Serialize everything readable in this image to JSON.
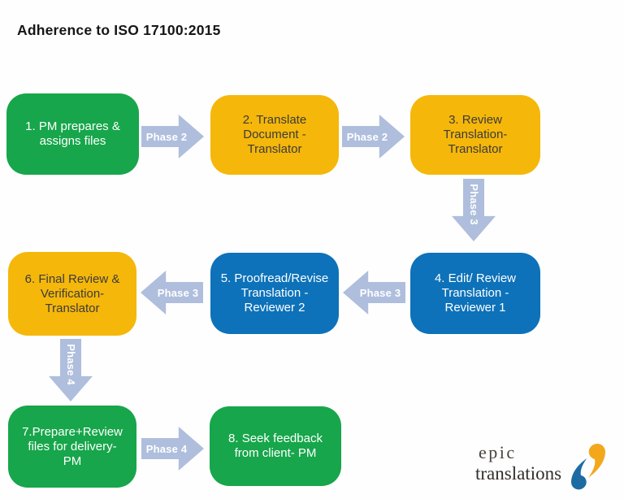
{
  "title": "Adherence to ISO 17100:2015",
  "colors": {
    "step_green": "#17A64B",
    "step_yellow": "#F5B70A",
    "step_blue": "#0D72B9",
    "arrow": "#AFBEDD",
    "arrow_label_text": "#FFFFFF",
    "yellow_box_text": "#3B3B3B",
    "green_blue_box_text": "#FFFFFF",
    "title_text": "#161616",
    "logo_text": "#37322D",
    "logo_mark_yellow": "#F3A81C",
    "logo_mark_blue": "#1C6CA3"
  },
  "flow": {
    "boxes": [
      {
        "step": "1",
        "color": "green",
        "lines": [
          "1. PM prepares &",
          "assigns files"
        ]
      },
      {
        "step": "2",
        "color": "yellow",
        "lines": [
          "2. Translate",
          "Document -",
          "Translator"
        ]
      },
      {
        "step": "3",
        "color": "yellow",
        "lines": [
          "3. Review",
          "Translation-",
          "Translator"
        ]
      },
      {
        "step": "4",
        "color": "blue",
        "lines": [
          "4. Edit/ Review",
          "Translation -",
          "Reviewer 1"
        ]
      },
      {
        "step": "5",
        "color": "blue",
        "lines": [
          "5. Proofread/Revise",
          "Translation -",
          "Reviewer 2"
        ]
      },
      {
        "step": "6",
        "color": "yellow",
        "lines": [
          "6. Final Review &",
          "Verification-",
          "Translator"
        ]
      },
      {
        "step": "7",
        "color": "green",
        "lines": [
          "7.Prepare+Review",
          "files for delivery-",
          "PM"
        ]
      },
      {
        "step": "8",
        "color": "green",
        "lines": [
          "8. Seek feedback",
          "from client- PM"
        ]
      }
    ],
    "arrows": [
      {
        "label": "Phase 2",
        "direction": "right",
        "from": "1",
        "to": "2"
      },
      {
        "label": "Phase 2",
        "direction": "right",
        "from": "2",
        "to": "3"
      },
      {
        "label": "Phase 3",
        "direction": "down",
        "from": "3",
        "to": "4"
      },
      {
        "label": "Phase 3",
        "direction": "left",
        "from": "4",
        "to": "5"
      },
      {
        "label": "Phase 3",
        "direction": "left",
        "from": "5",
        "to": "6"
      },
      {
        "label": "Phase 4",
        "direction": "down",
        "from": "6",
        "to": "7"
      },
      {
        "label": "Phase 4",
        "direction": "right",
        "from": "7",
        "to": "8"
      }
    ]
  },
  "logo": {
    "name_top": "epic",
    "name_bottom": "translations"
  }
}
